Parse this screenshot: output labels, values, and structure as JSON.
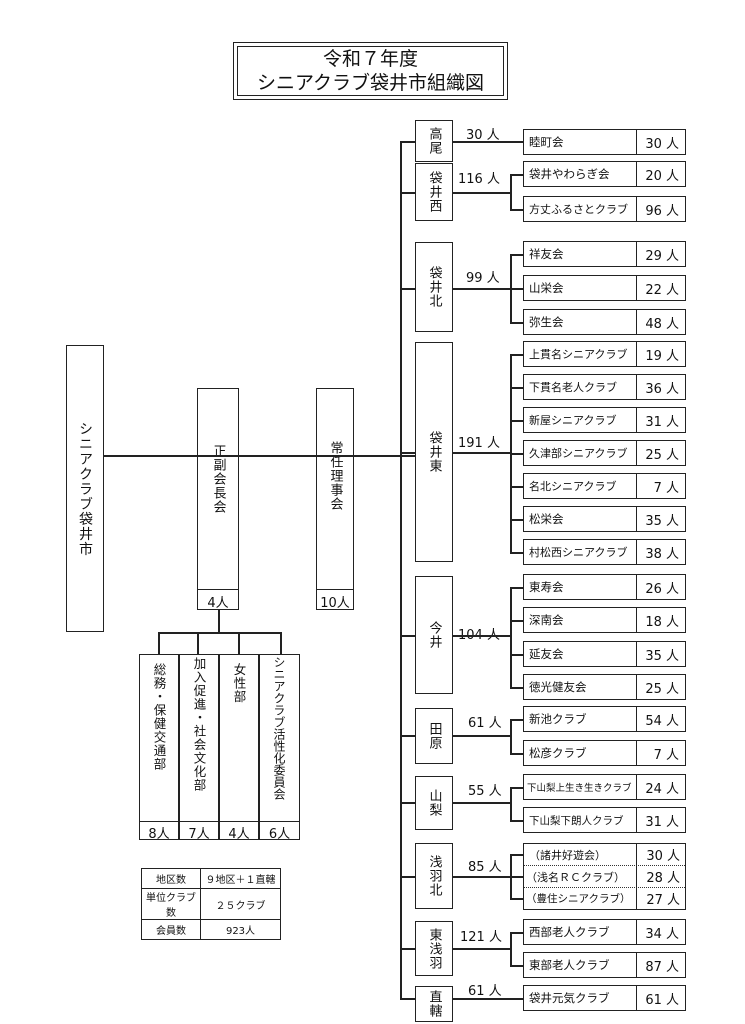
{
  "title": {
    "line1": "令和７年度",
    "line2": "シニアクラブ袋井市組織図"
  },
  "root": "シニアクラブ袋井市",
  "vice": {
    "label": "正副会長会",
    "count": "4人"
  },
  "standing": {
    "label": "常任理事会",
    "count": "10人"
  },
  "committees": [
    {
      "label": "総務・保健交通部",
      "count": "8人"
    },
    {
      "label": "加入促進・社会文化部",
      "count": "7人"
    },
    {
      "label": "女性部",
      "count": "4人"
    },
    {
      "label": "シニアクラブ活性化委員会",
      "count": "6人"
    }
  ],
  "summary": [
    {
      "label": "地区数",
      "value": "９地区＋１直轄"
    },
    {
      "label": "単位クラブ数",
      "value": "２５クラブ"
    },
    {
      "label": "会員数",
      "value": "923人"
    }
  ],
  "districts": [
    {
      "name": "高尾",
      "count": "30 人",
      "clubs": [
        {
          "name": "睦町会",
          "count": "30 人"
        }
      ]
    },
    {
      "name": "袋井西",
      "count": "116 人",
      "clubs": [
        {
          "name": "袋井やわらぎ会",
          "count": "20 人"
        },
        {
          "name": "方丈ふるさとクラブ",
          "count": "96 人"
        }
      ]
    },
    {
      "name": "袋井北",
      "count": "99 人",
      "clubs": [
        {
          "name": "祥友会",
          "count": "29 人"
        },
        {
          "name": "山栄会",
          "count": "22 人"
        },
        {
          "name": "弥生会",
          "count": "48 人"
        }
      ]
    },
    {
      "name": "袋井東",
      "count": "191 人",
      "clubs": [
        {
          "name": "上貫名シニアクラブ",
          "count": "19 人"
        },
        {
          "name": "下貫名老人クラブ",
          "count": "36 人"
        },
        {
          "name": "新屋シニアクラブ",
          "count": "31 人"
        },
        {
          "name": "久津部シニアクラブ",
          "count": "25 人"
        },
        {
          "name": "名北シニアクラブ",
          "count": "7 人"
        },
        {
          "name": "松栄会",
          "count": "35 人"
        },
        {
          "name": "村松西シニアクラブ",
          "count": "38 人"
        }
      ]
    },
    {
      "name": "今井",
      "count": "104 人",
      "clubs": [
        {
          "name": "東寿会",
          "count": "26 人"
        },
        {
          "name": "深南会",
          "count": "18 人"
        },
        {
          "name": "延友会",
          "count": "35 人"
        },
        {
          "name": "徳光健友会",
          "count": "25 人"
        }
      ]
    },
    {
      "name": "田原",
      "count": "61 人",
      "clubs": [
        {
          "name": "新池クラブ",
          "count": "54 人"
        },
        {
          "name": "松彦クラブ",
          "count": "7 人"
        }
      ]
    },
    {
      "name": "山梨",
      "count": "55 人",
      "clubs": [
        {
          "name": "下山梨上生き生きクラブ",
          "count": "24 人"
        },
        {
          "name": "下山梨下朗人クラブ",
          "count": "31 人"
        }
      ]
    },
    {
      "name": "浅羽北",
      "count": "85 人",
      "clubs": [
        {
          "name": "（諸井好遊会）",
          "count": "30 人"
        },
        {
          "name": "（浅名ＲＣクラブ）",
          "count": "28 人"
        },
        {
          "name": "（豊住シニアクラブ）",
          "count": "27 人"
        }
      ]
    },
    {
      "name": "東浅羽",
      "count": "121 人",
      "clubs": [
        {
          "name": "西部老人クラブ",
          "count": "34 人"
        },
        {
          "name": "東部老人クラブ",
          "count": "87 人"
        }
      ]
    },
    {
      "name": "直轄",
      "count": "61 人",
      "clubs": [
        {
          "name": "袋井元気クラブ",
          "count": "61 人"
        }
      ]
    }
  ]
}
